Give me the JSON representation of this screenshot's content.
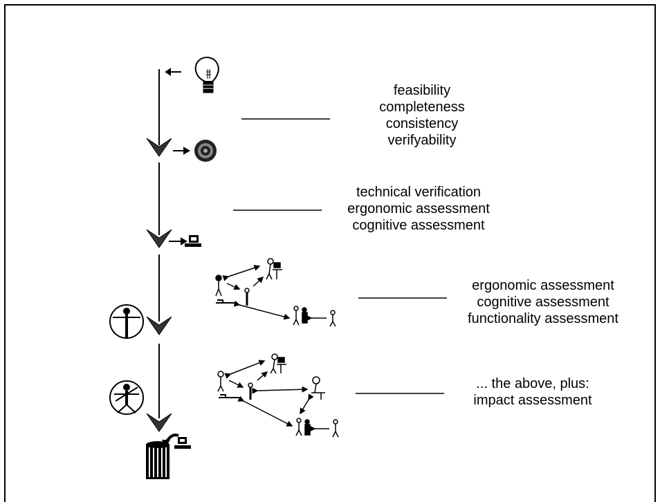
{
  "stages": [
    {
      "id": "idea",
      "lines": []
    },
    {
      "id": "goal",
      "lines": [
        "feasibility",
        "completeness",
        "consistency",
        "verifyability"
      ]
    },
    {
      "id": "prototype",
      "lines": [
        "technical verification",
        "ergonomic assessment",
        "cognitive assessment"
      ]
    },
    {
      "id": "team-simulation",
      "lines": [
        "ergonomic assessment",
        "cognitive assessment",
        "functionality assessment"
      ]
    },
    {
      "id": "organisation-simulation",
      "lines": [
        "... the above, plus:",
        "impact assessment"
      ]
    }
  ],
  "icons": [
    "lightbulb-icon",
    "target-icon",
    "computer-icon",
    "vitruvian-man-icon",
    "people-network-icon",
    "database-drum-icon"
  ]
}
